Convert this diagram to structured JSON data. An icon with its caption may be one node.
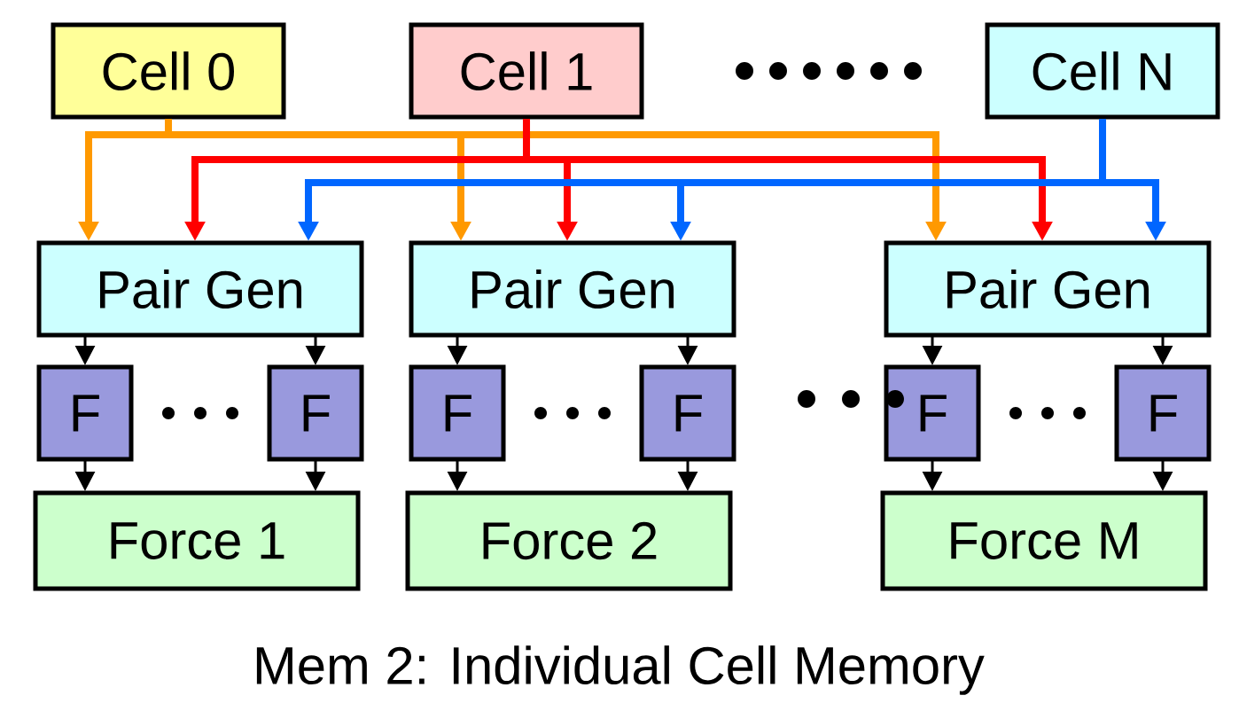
{
  "diagram": {
    "caption": "Mem 2: Individual Cell Memory",
    "nodes": [
      {
        "text": [
          "Cell 0"
        ]
      },
      {
        "text": [
          "Cell 1"
        ]
      },
      {
        "text": [
          "Cell N"
        ]
      },
      {
        "text": [
          "Pair Gen"
        ]
      },
      {
        "text": [
          "Pair Gen"
        ]
      },
      {
        "text": [
          "Pair Gen"
        ]
      },
      {
        "text": [
          "F"
        ]
      },
      {
        "text": [
          "F"
        ]
      },
      {
        "text": [
          "F"
        ]
      },
      {
        "text": [
          "F"
        ]
      },
      {
        "text": [
          "F"
        ]
      },
      {
        "text": [
          "F"
        ]
      },
      {
        "text": [
          "Force 1"
        ]
      },
      {
        "text": [
          "Force 2"
        ]
      },
      {
        "text": [
          "Force M"
        ]
      }
    ],
    "edges": [
      {
        "from": 0,
        "to": 3,
        "arrow": "to",
        "style": "thick",
        "color": "#ff9900"
      },
      {
        "from": 0,
        "to": 4,
        "arrow": "to",
        "style": "thick",
        "color": "#ff9900"
      },
      {
        "from": 0,
        "to": 5,
        "arrow": "to",
        "style": "thick",
        "color": "#ff9900"
      },
      {
        "from": 1,
        "to": 3,
        "arrow": "to",
        "style": "thick",
        "color": "#ff0000"
      },
      {
        "from": 1,
        "to": 4,
        "arrow": "to",
        "style": "thick",
        "color": "#ff0000"
      },
      {
        "from": 1,
        "to": 5,
        "arrow": "to",
        "style": "thick",
        "color": "#ff0000"
      },
      {
        "from": 2,
        "to": 3,
        "arrow": "to",
        "style": "thick",
        "color": "#0066ff"
      },
      {
        "from": 2,
        "to": 4,
        "arrow": "to",
        "style": "thick",
        "color": "#0066ff"
      },
      {
        "from": 2,
        "to": 5,
        "arrow": "to",
        "style": "thick",
        "color": "#0066ff"
      },
      {
        "from": 3,
        "to": 6,
        "arrow": "to"
      },
      {
        "from": 3,
        "to": 7,
        "arrow": "to"
      },
      {
        "from": 4,
        "to": 8,
        "arrow": "to"
      },
      {
        "from": 4,
        "to": 9,
        "arrow": "to"
      },
      {
        "from": 5,
        "to": 10,
        "arrow": "to"
      },
      {
        "from": 5,
        "to": 11,
        "arrow": "to"
      },
      {
        "from": 6,
        "to": 12,
        "arrow": "to"
      },
      {
        "from": 7,
        "to": 12,
        "arrow": "to"
      },
      {
        "from": 8,
        "to": 13,
        "arrow": "to"
      },
      {
        "from": 9,
        "to": 13,
        "arrow": "to"
      },
      {
        "from": 10,
        "to": 14,
        "arrow": "to"
      },
      {
        "from": 11,
        "to": 14,
        "arrow": "to"
      }
    ]
  }
}
